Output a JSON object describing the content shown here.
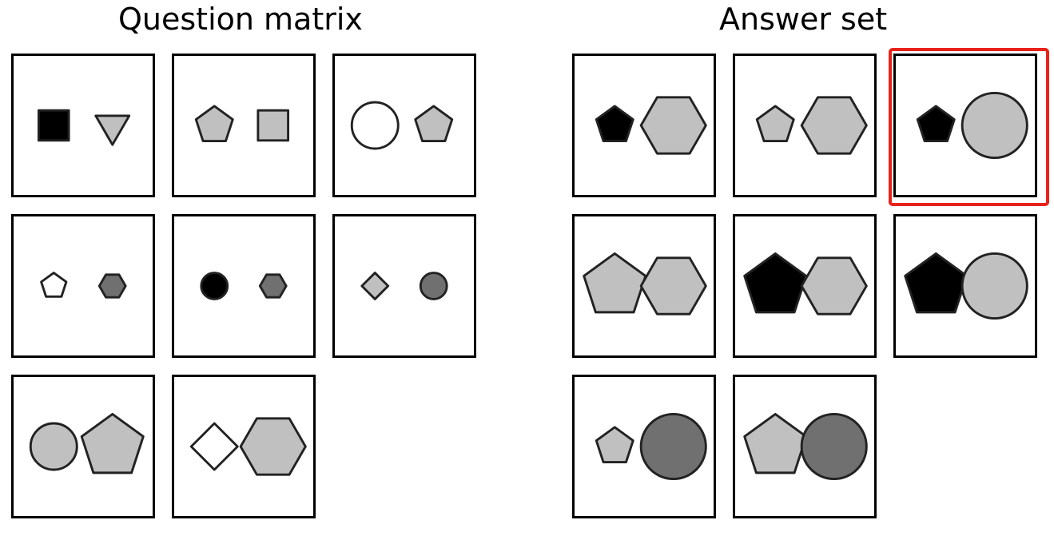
{
  "question_matrix": {
    "title": "Question matrix",
    "cells": [
      {
        "shapes": [
          {
            "type": "square",
            "fill": "#000000",
            "size": "small"
          },
          {
            "type": "triangle",
            "fill": "#c0c0c0",
            "size": "small"
          }
        ]
      },
      {
        "shapes": [
          {
            "type": "pentagon",
            "fill": "#c0c0c0",
            "size": "small"
          },
          {
            "type": "square",
            "fill": "#c0c0c0",
            "size": "small"
          }
        ]
      },
      {
        "shapes": [
          {
            "type": "circle",
            "fill": "#ffffff",
            "size": "medium"
          },
          {
            "type": "pentagon",
            "fill": "#c0c0c0",
            "size": "small"
          }
        ]
      },
      {
        "shapes": [
          {
            "type": "pentagon",
            "fill": "#ffffff",
            "size": "tiny"
          },
          {
            "type": "hexagon",
            "fill": "#707070",
            "size": "tiny"
          }
        ]
      },
      {
        "shapes": [
          {
            "type": "circle",
            "fill": "#000000",
            "size": "tiny"
          },
          {
            "type": "hexagon",
            "fill": "#707070",
            "size": "tiny"
          }
        ]
      },
      {
        "shapes": [
          {
            "type": "diamond",
            "fill": "#c0c0c0",
            "size": "tiny"
          },
          {
            "type": "circle",
            "fill": "#707070",
            "size": "tiny"
          }
        ]
      },
      {
        "shapes": [
          {
            "type": "circle",
            "fill": "#c0c0c0",
            "size": "medium"
          },
          {
            "type": "pentagon",
            "fill": "#c0c0c0",
            "size": "large"
          }
        ]
      },
      {
        "shapes": [
          {
            "type": "diamond",
            "fill": "#ffffff",
            "size": "medium"
          },
          {
            "type": "hexagon",
            "fill": "#c0c0c0",
            "size": "large"
          }
        ]
      }
    ]
  },
  "answer_set": {
    "title": "Answer set",
    "selected_index": 2,
    "selected_color": "#e8231c",
    "cells": [
      {
        "shapes": [
          {
            "type": "pentagon",
            "fill": "#000000",
            "size": "small"
          },
          {
            "type": "hexagon",
            "fill": "#c0c0c0",
            "size": "large"
          }
        ]
      },
      {
        "shapes": [
          {
            "type": "pentagon",
            "fill": "#c0c0c0",
            "size": "small"
          },
          {
            "type": "hexagon",
            "fill": "#c0c0c0",
            "size": "large"
          }
        ]
      },
      {
        "shapes": [
          {
            "type": "pentagon",
            "fill": "#000000",
            "size": "small"
          },
          {
            "type": "circle",
            "fill": "#c0c0c0",
            "size": "large"
          }
        ]
      },
      {
        "shapes": [
          {
            "type": "pentagon",
            "fill": "#c0c0c0",
            "size": "large"
          },
          {
            "type": "hexagon",
            "fill": "#c0c0c0",
            "size": "large"
          }
        ]
      },
      {
        "shapes": [
          {
            "type": "pentagon",
            "fill": "#000000",
            "size": "large"
          },
          {
            "type": "hexagon",
            "fill": "#c0c0c0",
            "size": "large"
          }
        ]
      },
      {
        "shapes": [
          {
            "type": "pentagon",
            "fill": "#000000",
            "size": "large"
          },
          {
            "type": "circle",
            "fill": "#c0c0c0",
            "size": "large"
          }
        ]
      },
      {
        "shapes": [
          {
            "type": "pentagon",
            "fill": "#c0c0c0",
            "size": "small"
          },
          {
            "type": "circle",
            "fill": "#707070",
            "size": "large"
          }
        ]
      },
      {
        "shapes": [
          {
            "type": "pentagon",
            "fill": "#c0c0c0",
            "size": "large"
          },
          {
            "type": "circle",
            "fill": "#707070",
            "size": "large"
          }
        ]
      }
    ]
  }
}
